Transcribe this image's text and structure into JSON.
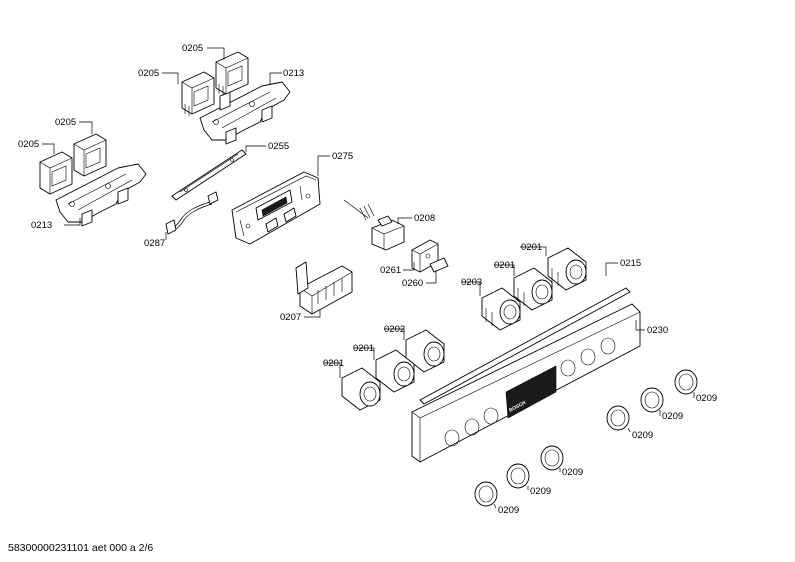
{
  "labels": {
    "l0205a": "0205",
    "l0205b": "0205",
    "l0213a": "0213",
    "l0205c": "0205",
    "l0205d": "0205",
    "l0213b": "0213",
    "l0255": "0255",
    "l0275": "0275",
    "l0287": "0287",
    "l0208": "0208",
    "l0261": "0261",
    "l0260": "0260",
    "l0201a": "0201",
    "l0201b": "0201",
    "l0203": "0203",
    "l0215": "0215",
    "l0207": "0207",
    "l0230": "0230",
    "l0202": "0202",
    "l0201c": "0201",
    "l0201d": "0201",
    "l0209a": "0209",
    "l0209b": "0209",
    "l0209c": "0209",
    "l0209d": "0209",
    "l0209e": "0209",
    "l0209f": "0209"
  },
  "footer": "58300000231101 aet 000 a 2/6"
}
